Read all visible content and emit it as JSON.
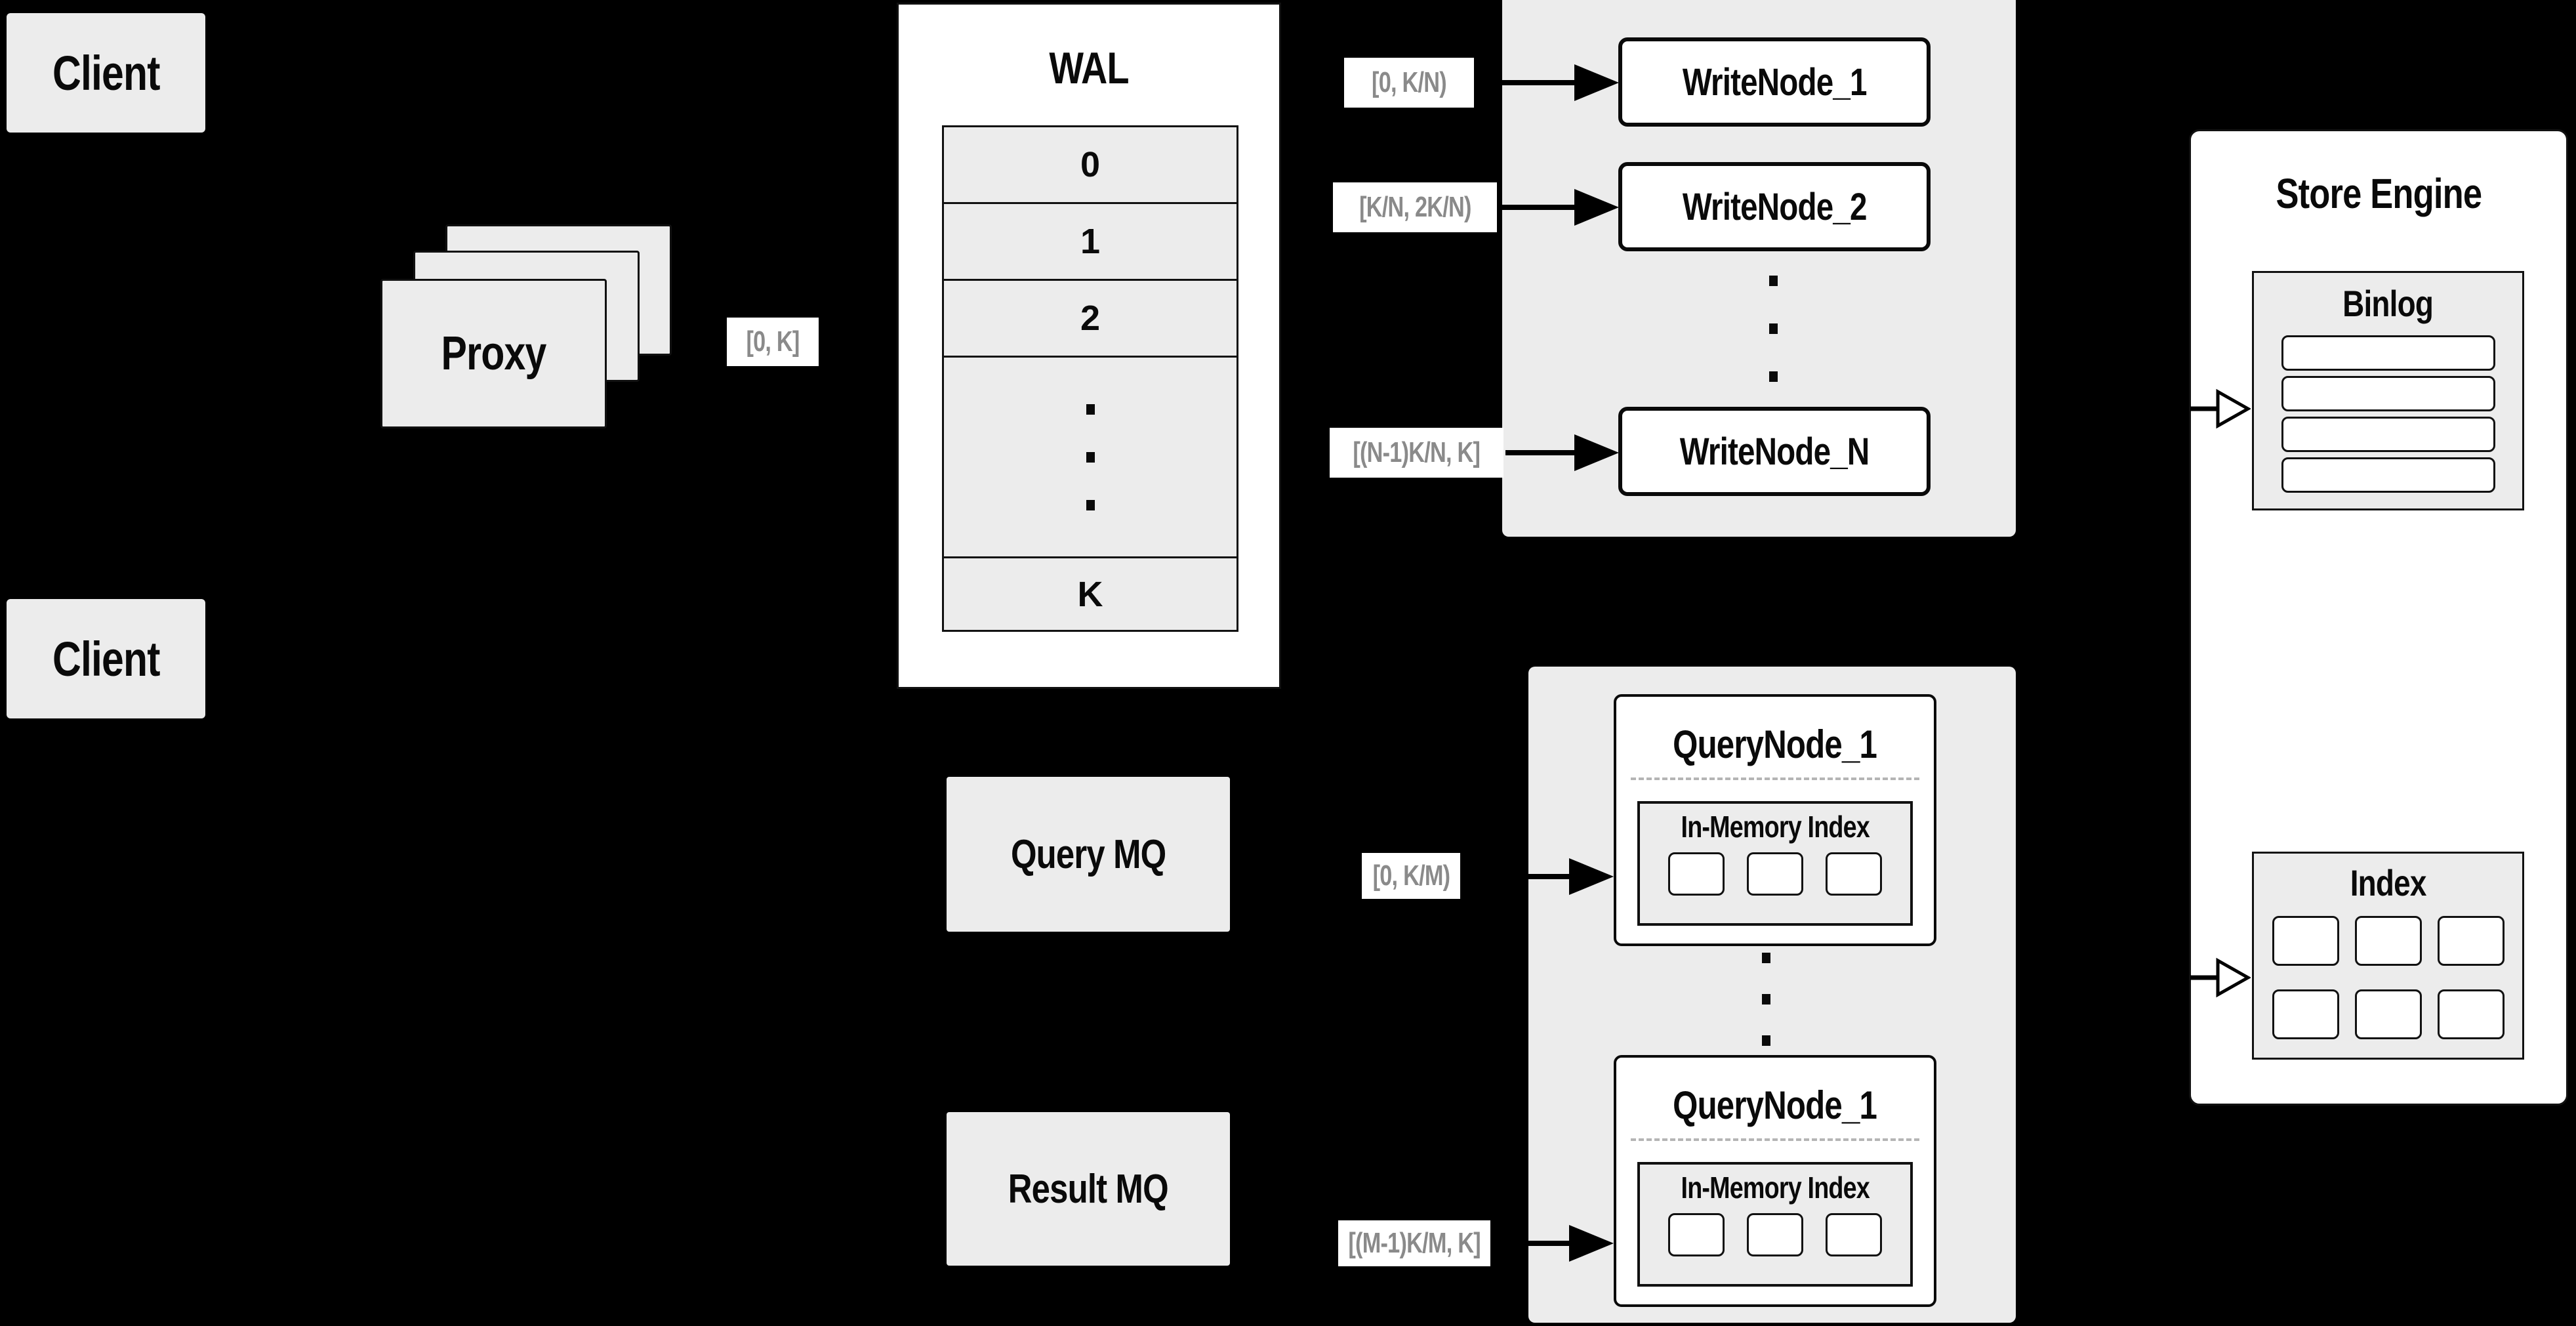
{
  "colors": {
    "background": "#000000",
    "panel_fill": "#ececec",
    "node_fill": "#ffffff",
    "line": "#111111",
    "range_text": "#8a8a8a"
  },
  "clients": {
    "top_label": "Client",
    "bottom_label": "Client"
  },
  "proxy": {
    "label": "Proxy",
    "range_out": "[0, K]"
  },
  "wal": {
    "title": "WAL",
    "segments": {
      "s0": "0",
      "s1": "1",
      "s2": "2",
      "last": "K"
    }
  },
  "write_nodes": {
    "node1": {
      "label": "WriteNode_1",
      "range": "[0, K/N)"
    },
    "node2": {
      "label": "WriteNode_2",
      "range": "[K/N, 2K/N)"
    },
    "nodeN": {
      "label": "WriteNode_N",
      "range": "[(N-1)K/N, K]"
    }
  },
  "mq": {
    "query_label": "Query MQ",
    "result_label": "Result MQ"
  },
  "query_nodes": {
    "top": {
      "label": "QueryNode_1",
      "inner_title": "In-Memory Index",
      "range": "[0, K/M)"
    },
    "bottom": {
      "label": "QueryNode_1",
      "inner_title": "In-Memory Index",
      "range": "[(M-1)K/M, K]"
    }
  },
  "store_engine": {
    "title": "Store Engine",
    "binlog_title": "Binlog",
    "index_title": "Index"
  }
}
